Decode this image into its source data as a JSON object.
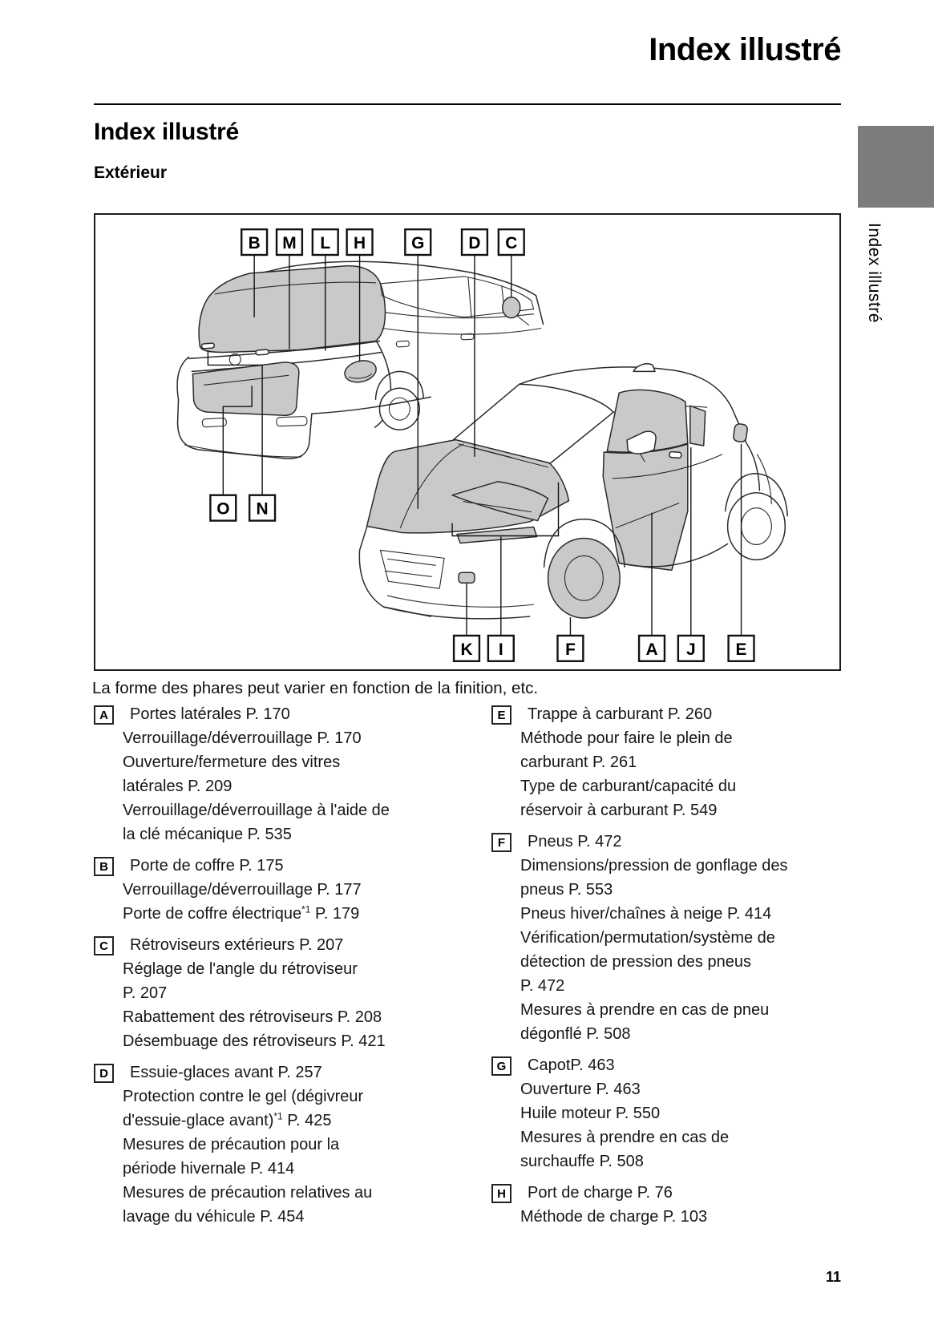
{
  "header": {
    "page_title": "Index illustré"
  },
  "section": {
    "title": "Index illustré",
    "subtitle": "Extérieur"
  },
  "side_tab": {
    "label": "Index illustré"
  },
  "diagram": {
    "description": "exterior-views-of-vehicle-rear-and-front",
    "top_row": [
      "B",
      "M",
      "L",
      "H",
      "G",
      "D",
      "C"
    ],
    "mid_row": [
      "O",
      "N"
    ],
    "bottom_row": [
      "K",
      "I",
      "F",
      "A",
      "J",
      "E"
    ]
  },
  "caption": {
    "text": "La forme des phares peut varier en fonction de la finition, etc."
  },
  "index": {
    "columns": [
      [
        {
          "letter": "A",
          "items": [
            "Portes latérales P. 170",
            "Verrouillage/déverrouillage P. 170",
            "Ouverture/fermeture des vitres\nlatérales P. 209",
            "Verrouillage/déverrouillage à l'aide de\nla clé mécanique P. 535"
          ]
        },
        {
          "letter": "B",
          "items": [
            "Porte de coffre P. 175",
            "Verrouillage/déverrouillage P. 177",
            "Porte de coffre électrique*1 P. 179"
          ]
        },
        {
          "letter": "C",
          "items": [
            "Rétroviseurs extérieurs P. 207",
            "Réglage de l'angle du rétroviseur\nP. 207",
            "Rabattement des rétroviseurs P. 208",
            "Désembuage des rétroviseurs P. 421"
          ]
        },
        {
          "letter": "D",
          "items": [
            "Essuie-glaces avant P. 257",
            "Protection contre le gel (dégivreur\nd'essuie-glace avant)*1 P. 425",
            "Mesures de précaution pour la\npériode hivernale P. 414",
            "Mesures de précaution relatives au\nlavage du véhicule P. 454"
          ]
        }
      ],
      [
        {
          "letter": "E",
          "items": [
            "Trappe à carburant P. 260",
            "Méthode pour faire le plein de\ncarburant P. 261",
            "Type de carburant/capacité du\nréservoir à carburant P. 549"
          ]
        },
        {
          "letter": "F",
          "items": [
            "Pneus P. 472",
            "Dimensions/pression de gonflage des\npneus P. 553",
            "Pneus hiver/chaînes à neige P. 414",
            "Vérification/permutation/système de\ndétection de pression des pneus\nP. 472",
            "Mesures à prendre en cas de pneu\ndégonflé P. 508"
          ]
        },
        {
          "letter": "G",
          "items": [
            "CapotP. 463",
            "Ouverture P. 463",
            "Huile moteur P. 550",
            "Mesures à prendre en cas de\nsurchauffe P. 508"
          ]
        },
        {
          "letter": "H",
          "items": [
            "Port de charge P. 76",
            "Méthode de charge P. 103"
          ]
        }
      ]
    ]
  },
  "footer": {
    "page_number": "11"
  },
  "colors": {
    "ink": "#1a1a1a",
    "tab_gray": "#7c7c7c",
    "car_shade": "#c9c9c9",
    "line": "#2a2a2a"
  }
}
